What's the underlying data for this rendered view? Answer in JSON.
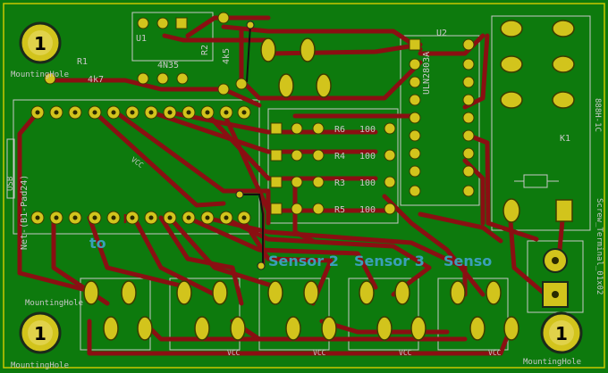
{
  "colors": {
    "board": "#0d7a0d",
    "copper": "#8a0f12",
    "pad": "#d2c41c",
    "silk": "#c8c8c8",
    "silk_blue": "#3aa0b8",
    "outline": "#c8c800"
  },
  "labels": {
    "u1": "U1",
    "u2": "U2",
    "r1": "R1",
    "r1_value": "4k7",
    "r2": "R2",
    "r2_value": "4k5",
    "opto": "4N35",
    "driver": "ULN2803A",
    "r6": "R6",
    "r6_value": "100",
    "r4": "R4",
    "r4_value": "100",
    "r3": "R3",
    "r3_value": "100",
    "r5": "R5",
    "r5_value": "100",
    "relay": "K1",
    "relay_model": "888H-1C",
    "screw_terminal": "Screw_Terminal_01x02",
    "usb": "USB",
    "net_label": "Net-(B1-Pad24)",
    "vcc_diag": "VCC",
    "vcc_b1": "VCC",
    "vcc_b2": "VCC",
    "vcc_b3": "VCC",
    "vcc_b4": "VCC",
    "mh_tl": "MountingHole",
    "mh_ml": "MountingHole",
    "mh_bl": "MountingHole",
    "mh_br": "MountingHole",
    "hole_1": "1",
    "hole_2": "1",
    "hole_3": "1",
    "sensor_2": "Sensor 2",
    "sensor_3": "Sensor 3",
    "sensor_4": "Senso",
    "to_label": "to"
  }
}
